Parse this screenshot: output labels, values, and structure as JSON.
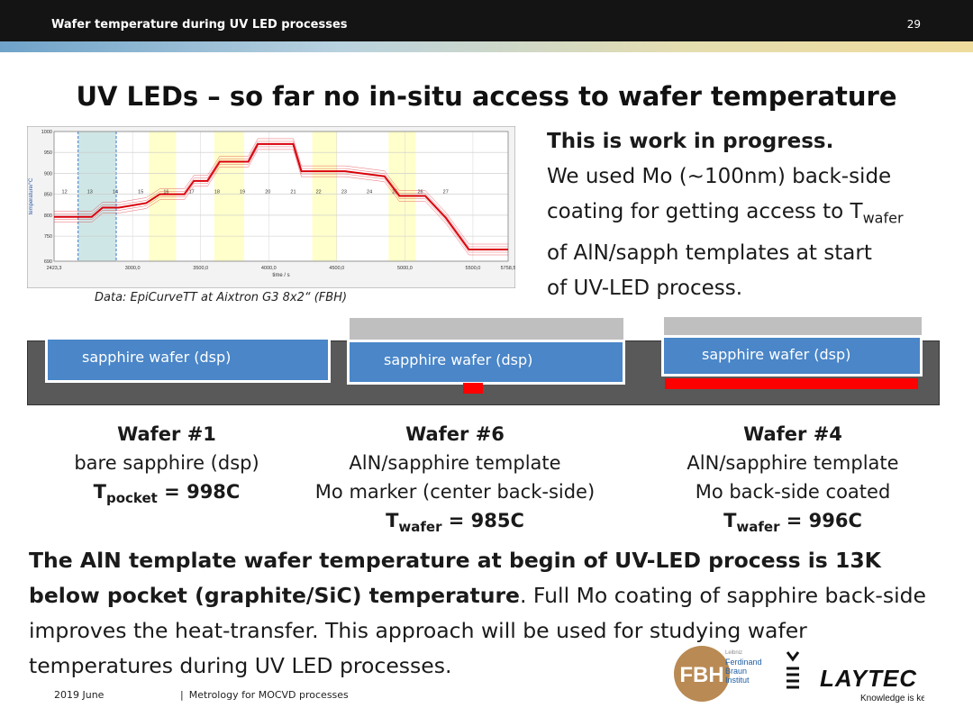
{
  "header": {
    "title": "Wafer temperature during UV LED processes",
    "page_number": "29"
  },
  "slide_title": "UV LEDs – so far no in-situ access to wafer temperature",
  "chart_data": {
    "type": "line",
    "xlabel": "time / s",
    "ylabel": "temperature/°C",
    "xlim": [
      2423.3,
      5758.5
    ],
    "ylim": [
      690,
      1000
    ],
    "x_ticks": [
      "2423,3",
      "3000,0",
      "3500,0",
      "4000,0",
      "4500,0",
      "5000,0",
      "5500,0",
      "5758,5"
    ],
    "y_ticks": [
      "1000",
      "950",
      "900",
      "850",
      "800",
      "750",
      "690"
    ],
    "segment_labels": [
      "12",
      "13",
      "14",
      "15",
      "16",
      "17",
      "18",
      "19",
      "20",
      "21",
      "22",
      "23",
      "24",
      "25",
      "26",
      "27"
    ],
    "series": [
      {
        "values_x": [
          2423.3,
          2700,
          2780,
          2900,
          3100,
          3200,
          3380,
          3450,
          3550,
          3640,
          3850,
          3920,
          4180,
          4240,
          4500,
          4560,
          4850,
          4960,
          5150,
          5300,
          5470,
          5758.5
        ],
        "values_y": [
          796,
          796,
          818,
          818,
          829,
          850,
          850,
          882,
          882,
          928,
          928,
          970,
          970,
          905,
          905,
          905,
          893,
          846,
          846,
          794,
          718,
          718
        ]
      }
    ],
    "colors": {
      "line": "#d9000b",
      "highlight": "#ffffcc",
      "shaded": "#cfe6e6"
    }
  },
  "chart_caption": "Data: EpiCurveTT  at Aixtron G3 8x2“ (FBH)",
  "wip": {
    "headline": "This is work in progress.",
    "line1": "We used Mo (~100nm) back-side",
    "line2": "coating for getting access to T",
    "line2_sub": "wafer",
    "line3": "of AlN/sapph templates at start",
    "line4": "of UV-LED process."
  },
  "diagram": {
    "wafer_label": "sapphire wafer (dsp)",
    "colors": {
      "pocket": "#595959",
      "wafer": "#4a86c8",
      "mo": "#ff0000",
      "aln": "#bfbfbf"
    }
  },
  "wafers": [
    {
      "title": "Wafer #1",
      "line1": "bare sapphire (dsp)",
      "line2": "",
      "temp_symbol": "T",
      "temp_sub": "pocket",
      "temp_value": " = 998C"
    },
    {
      "title": "Wafer #6",
      "line1": "AlN/sapphire template",
      "line2": "Mo marker (center back-side)",
      "temp_symbol": "T",
      "temp_sub": "wafer",
      "temp_value": " = 985C"
    },
    {
      "title": "Wafer #4",
      "line1": "AlN/sapphire template",
      "line2": "Mo back-side coated",
      "temp_symbol": "T",
      "temp_sub": "wafer",
      "temp_value": " = 996C"
    }
  ],
  "conclusion": {
    "bold": "The AlN template wafer temperature at begin of UV-LED process is 13K below pocket (graphite/SiC) temperature",
    "rest": ". Full Mo coating of sapphire back-side improves the heat-transfer. This approach will be used for studying wafer temperatures during UV LED processes."
  },
  "footer": {
    "date": "2019 June",
    "separator": "|",
    "title": "Metrology for MOCVD processes"
  },
  "logos": {
    "fbh_initials": "FBH",
    "fbh_small": "Leibniz",
    "fbh_name1": "Ferdinand",
    "fbh_name2": "Braun",
    "fbh_name3": "Institut",
    "laytec_name": "LAYTEC",
    "laytec_tagline": "Knowledge is key"
  }
}
